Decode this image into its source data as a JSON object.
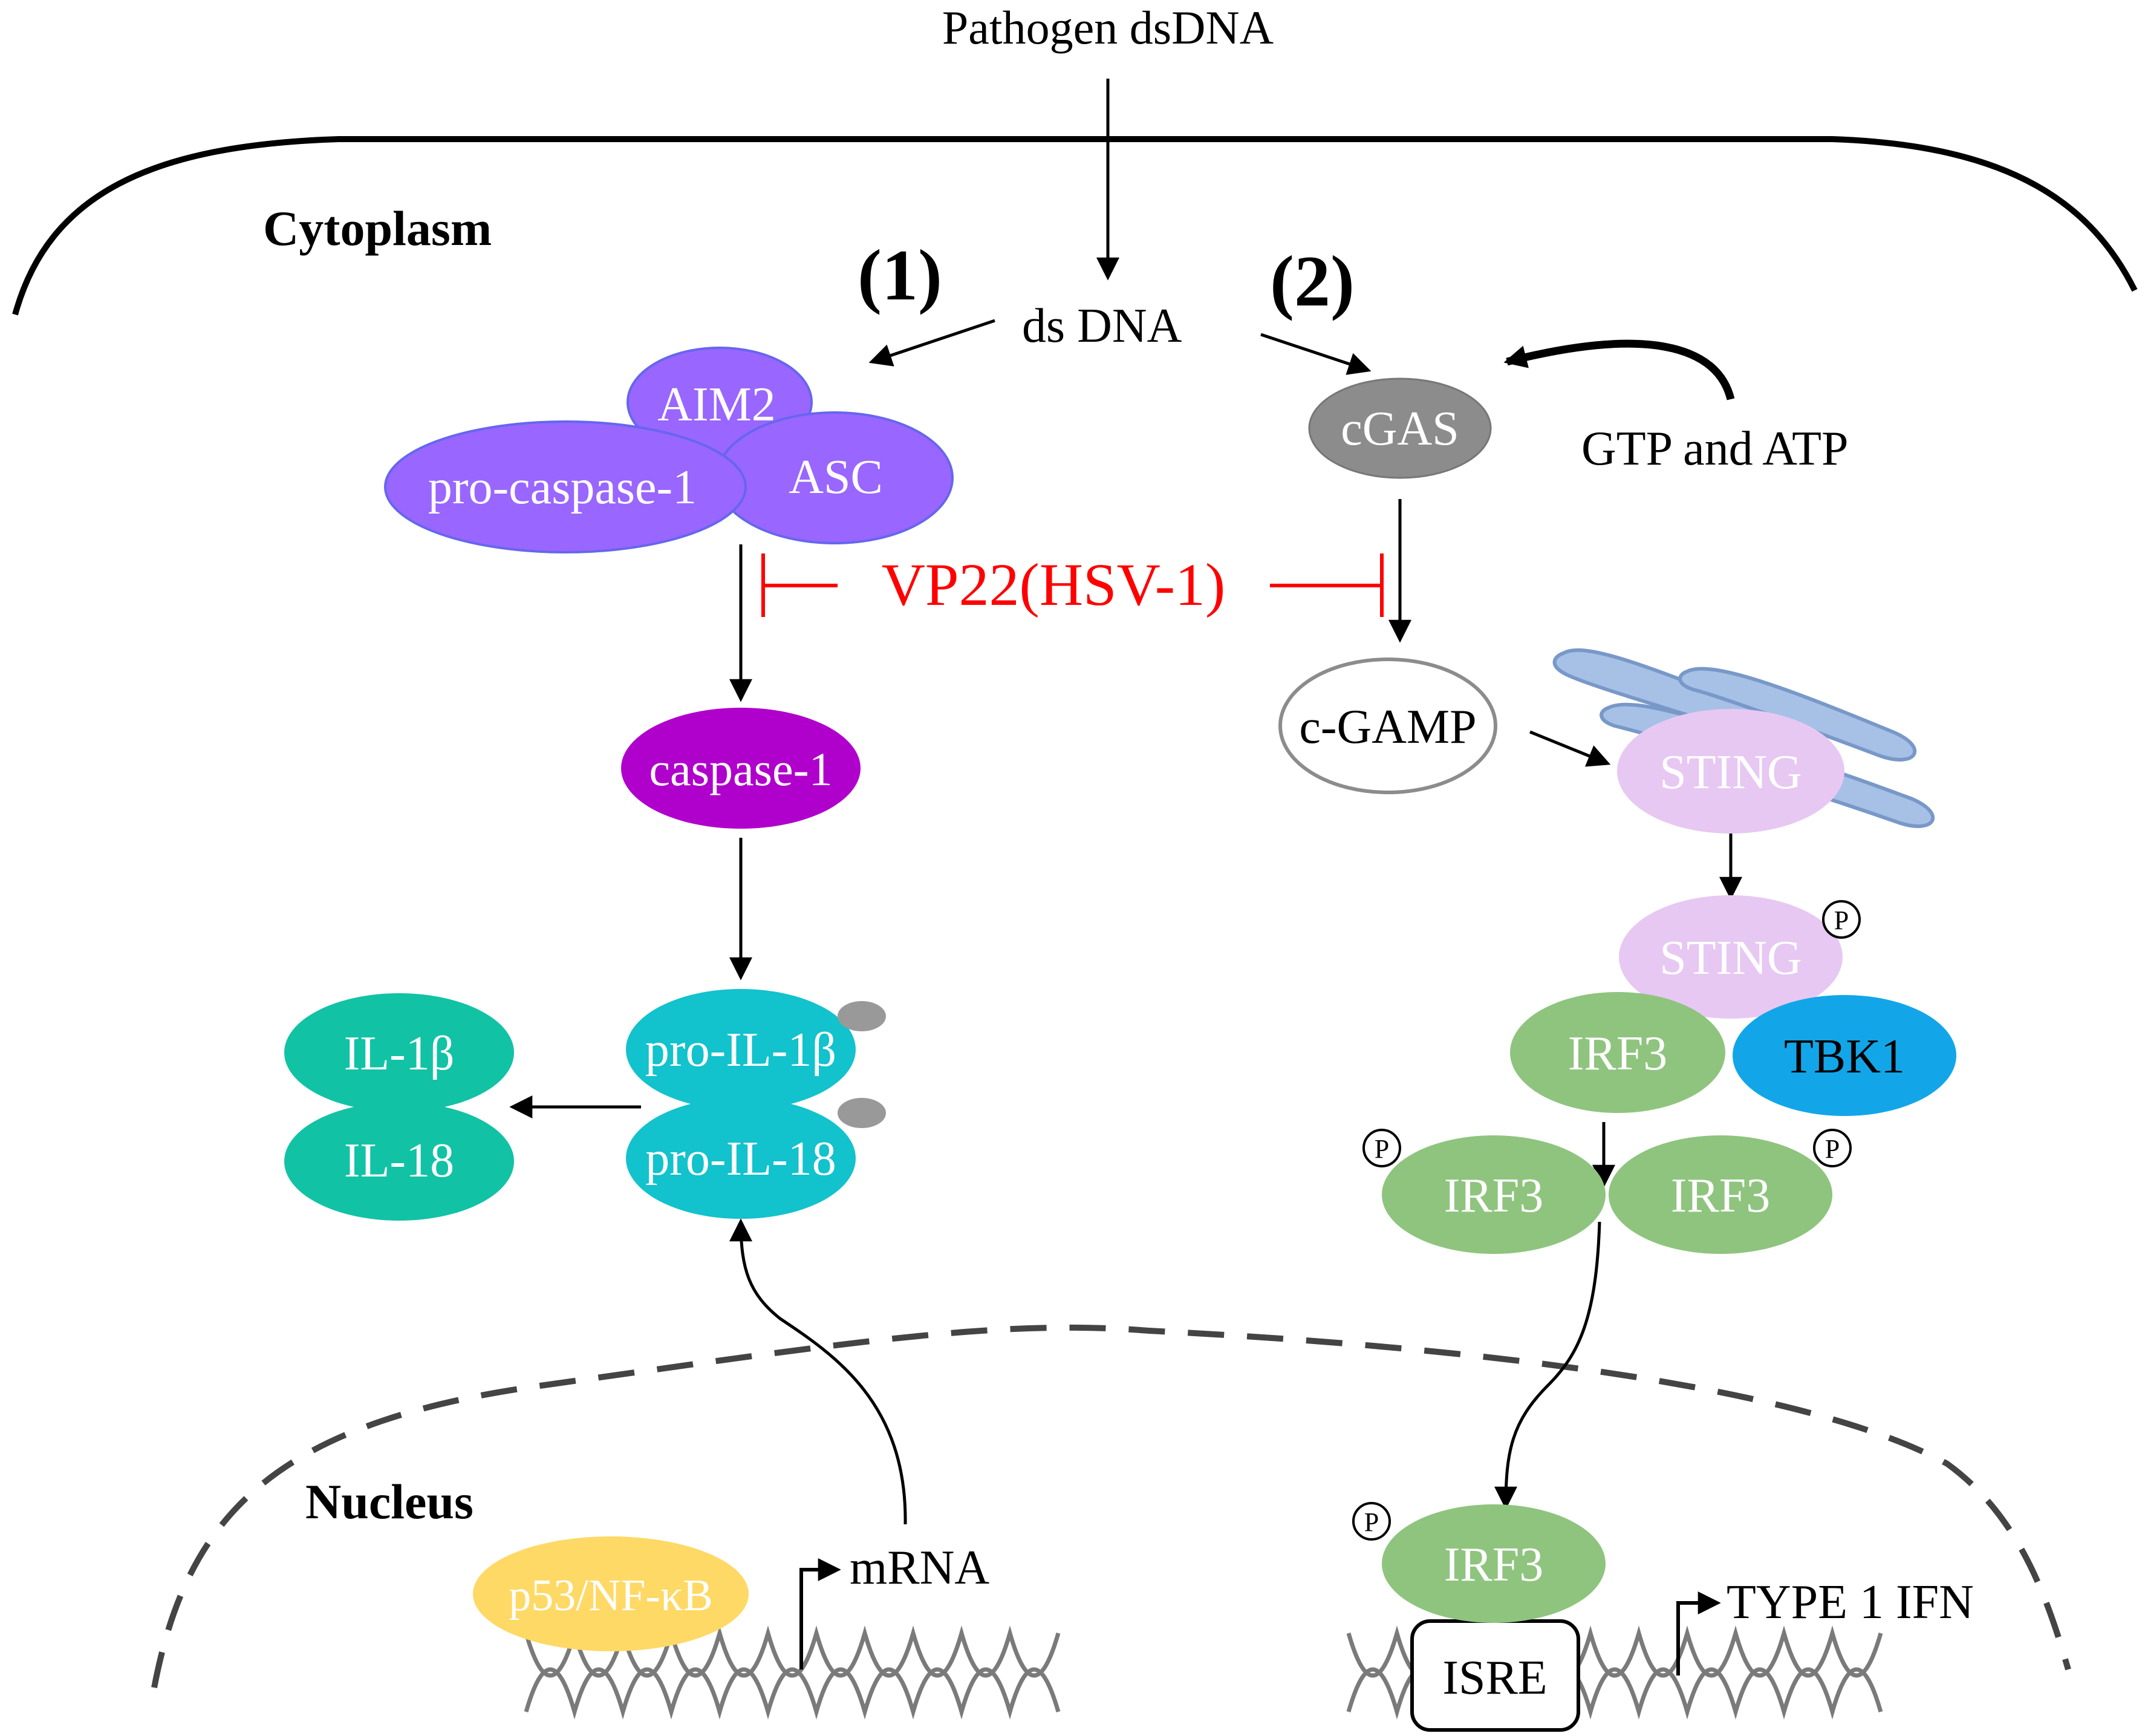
{
  "labels": {
    "pathogen": "Pathogen dsDNA",
    "cytoplasm": "Cytoplasm",
    "nucleus": "Nucleus",
    "pathway1": "(1)",
    "pathway2": "(2)",
    "dsdna": "ds DNA",
    "gtp_atp": "GTP and ATP",
    "vp22": "VP22(HSV-1)",
    "mrna": "mRNA",
    "type1ifn": "TYPE 1 IFN",
    "phospho": "P"
  },
  "nodes": {
    "aim2": "AIM2",
    "pro_caspase": "pro-caspase-1",
    "asc": "ASC",
    "caspase1": "caspase-1",
    "il1b": "IL-1β",
    "il18": "IL-18",
    "pro_il1b": "pro-IL-1β",
    "pro_il18": "pro-IL-18",
    "cgas": "cGAS",
    "cgamp": "c-GAMP",
    "sting": "STING",
    "sting_p": "STING",
    "irf3": "IRF3",
    "tbk1": "TBK1",
    "irf3_left": "IRF3",
    "irf3_right": "IRF3",
    "irf3_nuc": "IRF3",
    "p53nfkb": "p53/NF-κB",
    "isre": "ISRE"
  },
  "colors": {
    "inflammasome": "#9966ff",
    "caspase1": "#b000cc",
    "il_mature": "#12c2a5",
    "il_pro": "#12c2cc",
    "cgas": "#8c8c8c",
    "sting": "#e7c8f2",
    "irf3": "#8fc47f",
    "tbk1": "#12a6e8",
    "p53": "#ffd966",
    "er": "#a6c0e6",
    "inhibitor": "#ff0000"
  }
}
